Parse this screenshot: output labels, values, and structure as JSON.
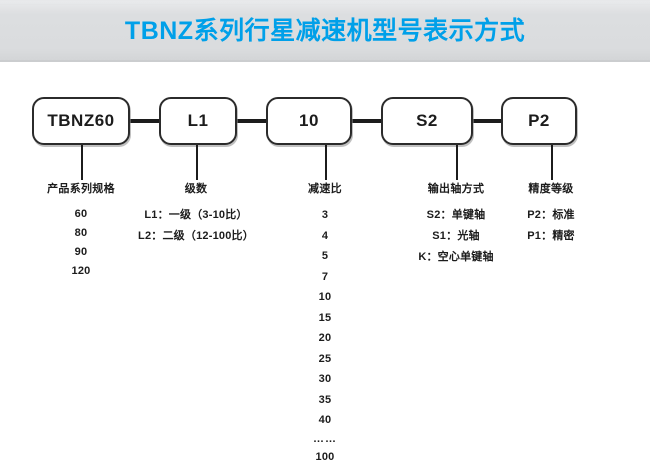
{
  "header": {
    "title": "TBNZ系列行星减速机型号表示方式",
    "accent_color": "#00a0e9",
    "background_color": "#dcdee0"
  },
  "diagram": {
    "type": "model-code-breakdown",
    "line_color": "#1c1c1c",
    "nodes": [
      {
        "label": "TBNZ60"
      },
      {
        "label": "L1"
      },
      {
        "label": "10"
      },
      {
        "label": "S2"
      },
      {
        "label": "P2"
      }
    ],
    "columns": [
      {
        "title": "产品系列规格",
        "items": [
          "60",
          "80",
          "90",
          "120"
        ]
      },
      {
        "title": "级数",
        "items": [
          "L1：一级（3-10比）",
          "L2：二级（12-100比）"
        ]
      },
      {
        "title": "减速比",
        "items": [
          "3",
          "4",
          "5",
          "7",
          "10",
          "15",
          "20",
          "25",
          "30",
          "35",
          "40",
          "……",
          "100"
        ]
      },
      {
        "title": "输出轴方式",
        "items": [
          "S2：单键轴",
          "S1：光轴",
          "K：空心单键轴"
        ]
      },
      {
        "title": "精度等级",
        "items": [
          "P2：标准",
          "P1：精密"
        ]
      }
    ]
  }
}
